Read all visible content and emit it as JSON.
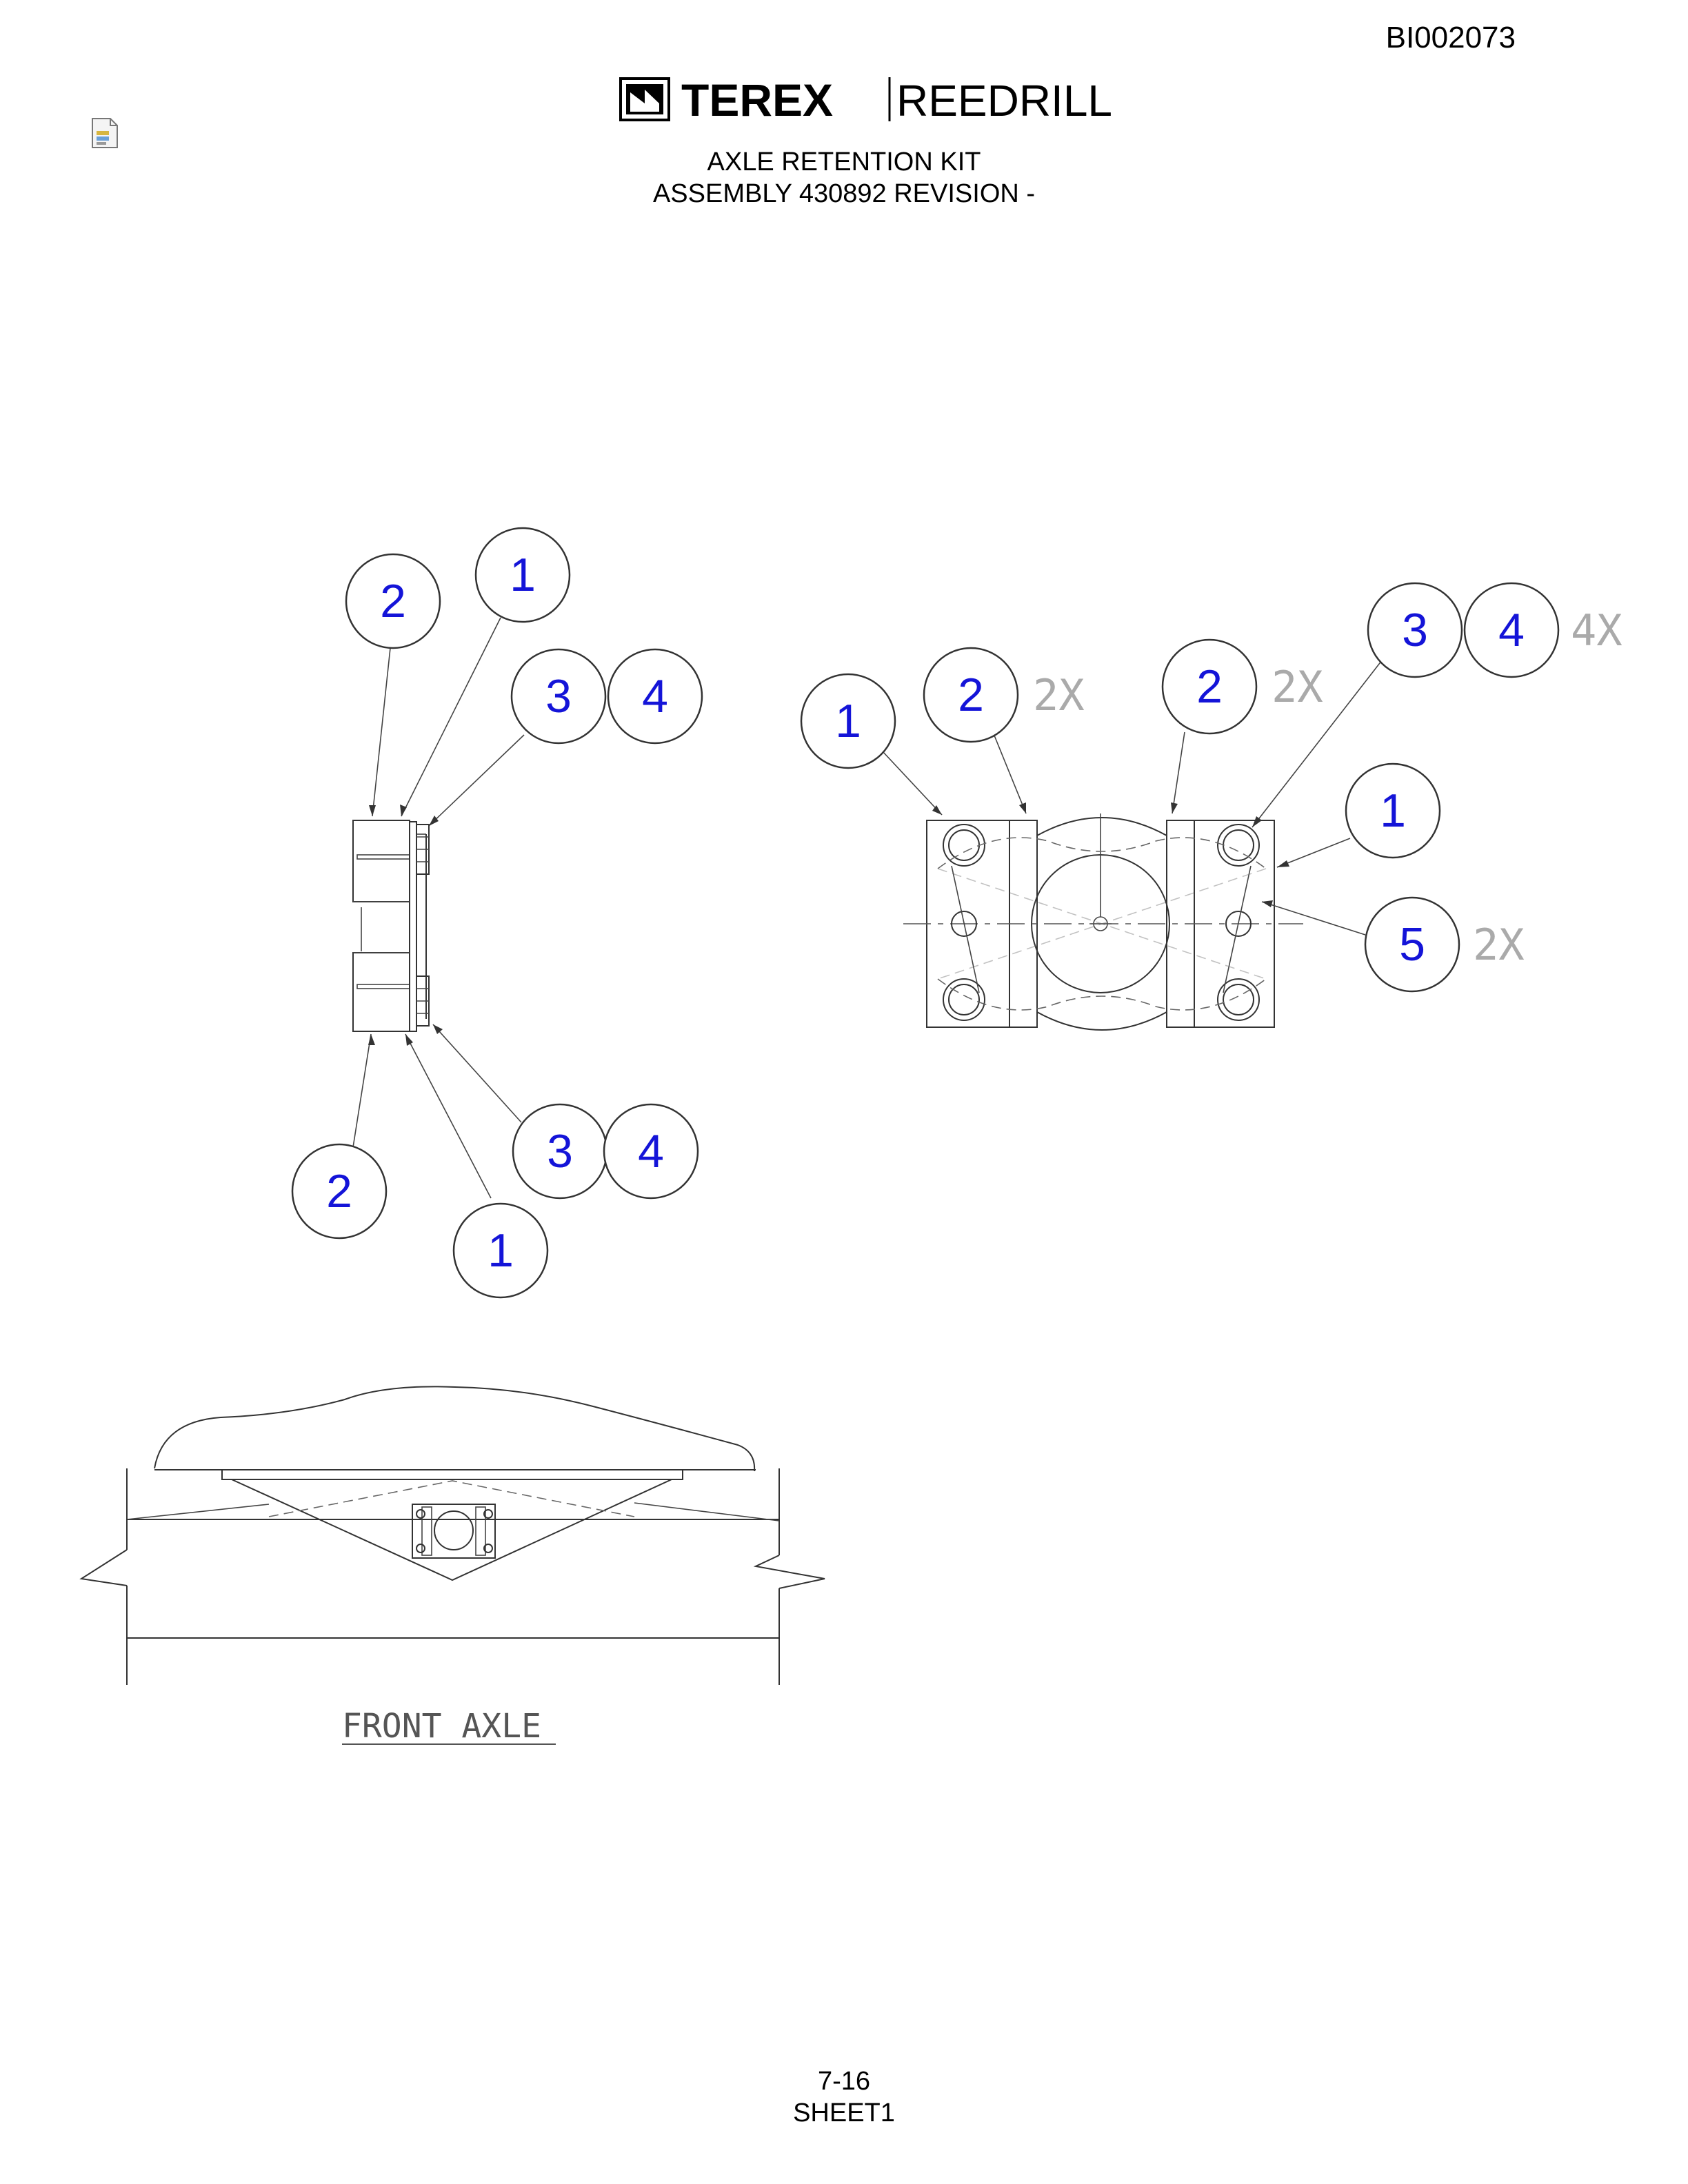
{
  "document_id": "BI002073",
  "brand": {
    "left": "TEREX",
    "right": "REEDRILL",
    "logo_icon": "terex-crown-logo-icon"
  },
  "header": {
    "title": "AXLE RETENTION KIT",
    "subtitle": "ASSEMBLY 430892 REVISION -"
  },
  "page_icon": "document-icon",
  "balloons": [
    {
      "label": "2"
    },
    {
      "label": "1"
    },
    {
      "label": "3"
    },
    {
      "label": "4"
    },
    {
      "label": "3"
    },
    {
      "label": "4"
    },
    {
      "label": "2"
    },
    {
      "label": "1"
    },
    {
      "label": "1"
    },
    {
      "label": "2"
    },
    {
      "label": "2"
    },
    {
      "label": "3"
    },
    {
      "label": "4"
    },
    {
      "label": "1"
    },
    {
      "label": "5"
    }
  ],
  "multipliers": [
    "2X",
    "2X",
    "4X",
    "2X"
  ],
  "view_label": "FRONT AXLE",
  "footer": {
    "page": "7-16",
    "sheet": "SHEET1"
  },
  "colors": {
    "balloon_text": "#1414d8",
    "multiplier_text": "#aaaaaa"
  }
}
